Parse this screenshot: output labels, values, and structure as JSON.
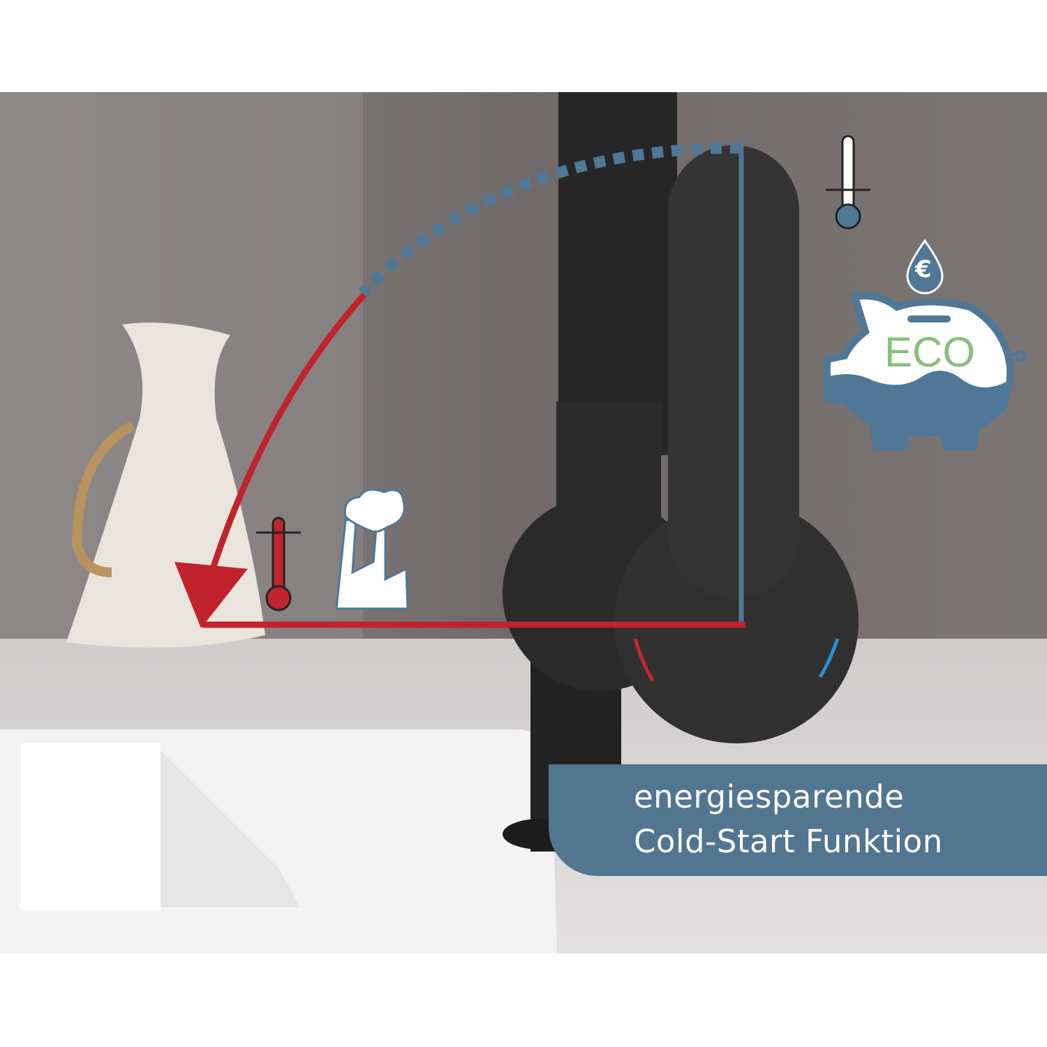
{
  "banner": {
    "line1": "energiesparende",
    "line2": "Cold-Start Funktion"
  },
  "eco_badge": {
    "label": "ECO",
    "coin_symbol": "€"
  },
  "icons": [
    "thermometer-cold-icon",
    "thermometer-hot-icon",
    "factory-icon",
    "piggy-bank-icon",
    "water-drop-euro-icon"
  ],
  "colors": {
    "hot": "#c0232c",
    "cold": "#4f7897",
    "eco_green": "#86c07a",
    "banner": "#527590"
  }
}
